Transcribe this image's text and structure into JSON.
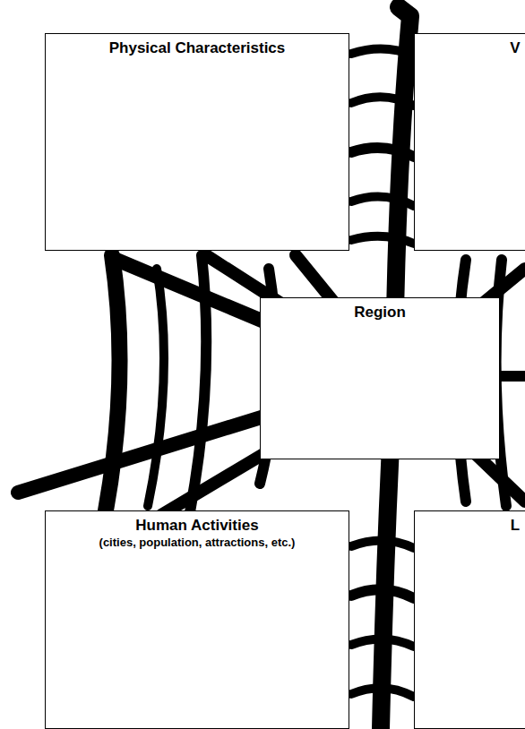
{
  "diagram": {
    "nodes": [
      {
        "text": [
          "Physical Characteristics"
        ]
      },
      {
        "text": [
          "V"
        ]
      },
      {
        "text": [
          "Region"
        ]
      },
      {
        "text": [
          "Human Activities",
          "(cities, population, attractions, etc.)"
        ]
      },
      {
        "text": [
          "L"
        ]
      }
    ]
  }
}
